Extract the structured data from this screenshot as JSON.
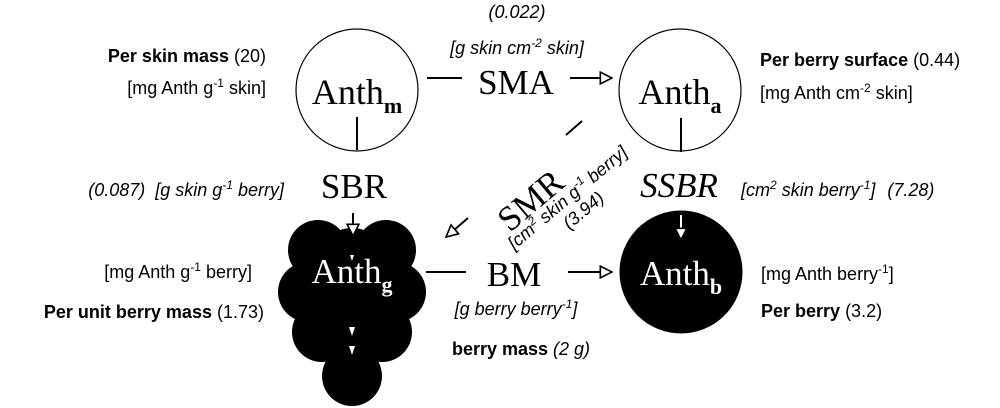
{
  "nodes": {
    "anth_m": {
      "base": "Anth",
      "sub": "m"
    },
    "anth_a": {
      "base": "Anth",
      "sub": "a"
    },
    "anth_g": {
      "base": "Anth",
      "sub": "g"
    },
    "anth_b": {
      "base": "Anth",
      "sub": "b"
    }
  },
  "edges": {
    "sma": {
      "label": "SMA",
      "value": "(0.022)",
      "unit_a": "[g skin cm",
      "unit_exp": "-2",
      "unit_b": " skin]"
    },
    "sbr": {
      "label": "SBR",
      "value": "(0.087)",
      "unit_a": "[g skin g",
      "unit_exp": "-1",
      "unit_b": " berry]"
    },
    "smr": {
      "label": "SMR",
      "unit_a": "[cm",
      "unit_exp1": "2",
      "unit_b": " skin g",
      "unit_exp2": "-1",
      "unit_c": " berry]",
      "value": "(3.94)"
    },
    "ssbr": {
      "label": "SSBR",
      "unit_a": "[cm",
      "unit_exp1": "2",
      "unit_b": " skin berry",
      "unit_exp2": "-1",
      "unit_c": "]",
      "value": "(7.28)"
    },
    "bm": {
      "label": "BM",
      "unit_a": "[g berry berry",
      "unit_exp": "-1",
      "unit_b": "]",
      "caption": "berry mass",
      "caption_value": "(2 g)"
    }
  },
  "descriptions": {
    "per_skin_mass": {
      "title": "Per skin mass",
      "value": " (20)",
      "unit_a": "[mg Anth g",
      "unit_exp": "-1",
      "unit_b": " skin]"
    },
    "per_berry_surface": {
      "title": "Per berry surface",
      "value": " (0.44)",
      "unit_a": "[mg Anth cm",
      "unit_exp": "-2",
      "unit_b": " skin]"
    },
    "per_unit_berry_mass": {
      "title": "Per unit berry mass",
      "value": " (1.73)",
      "unit_a": "[mg Anth g",
      "unit_exp": "-1",
      "unit_b": " berry]"
    },
    "per_berry": {
      "title": "Per berry",
      "value": " (3.2)",
      "unit_a": "[mg Anth berry",
      "unit_exp": "-1",
      "unit_b": "]"
    }
  }
}
